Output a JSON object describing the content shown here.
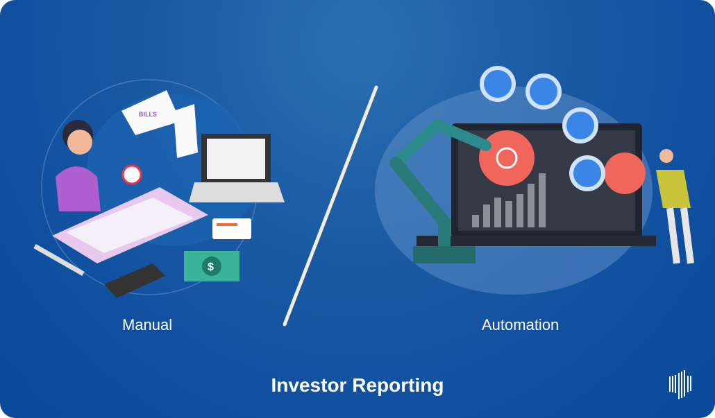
{
  "left_caption": "Manual",
  "right_caption": "Automation",
  "title": "Investor Reporting",
  "bill_text": "BILLS",
  "currency_icon": "$",
  "colors": {
    "background": "#1a5aa3",
    "gear": "#f0665a",
    "divider": "#f5ece0"
  }
}
